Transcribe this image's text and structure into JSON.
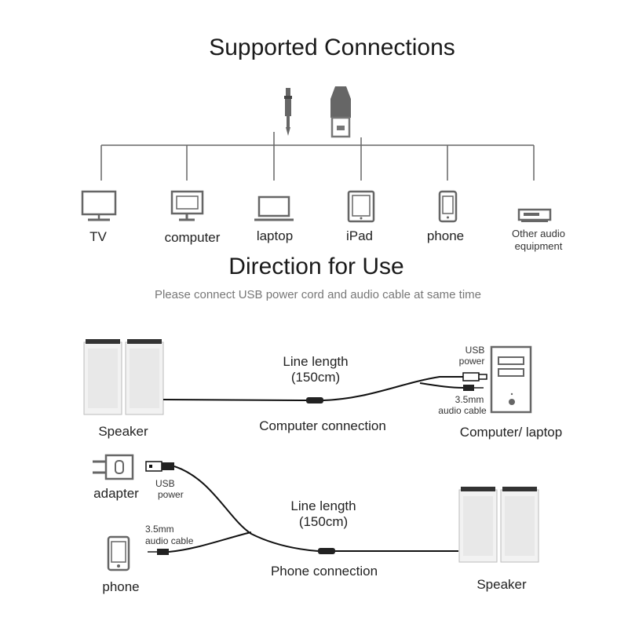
{
  "supported": {
    "title": "Supported Connections",
    "devices": [
      {
        "label": "TV",
        "icon": "tv-icon"
      },
      {
        "label": "computer",
        "icon": "monitor-icon"
      },
      {
        "label": "laptop",
        "icon": "laptop-icon"
      },
      {
        "label": "iPad",
        "icon": "tablet-icon"
      },
      {
        "label": "phone",
        "icon": "phone-icon"
      },
      {
        "label": "Other audio equipment",
        "icon": "audio-device-icon"
      }
    ]
  },
  "direction": {
    "title": "Direction for Use",
    "subtitle": "Please connect USB power cord and audio cable at same time",
    "computer": {
      "speaker_label": "Speaker",
      "line_length_1": "Line length",
      "line_length_2": "(150cm)",
      "connection_label": "Computer connection",
      "usb_label_1": "USB",
      "usb_label_2": "power",
      "audio_label_1": "3.5mm",
      "audio_label_2": "audio cable",
      "pc_label": "Computer/ laptop"
    },
    "phone": {
      "adapter_label": "adapter",
      "usb_label_1": "USB",
      "usb_label_2": "power",
      "audio_label_1": "3.5mm",
      "audio_label_2": "audio cable",
      "phone_label": "phone",
      "line_length_1": "Line length",
      "line_length_2": "(150cm)",
      "connection_label": "Phone connection",
      "speaker_label": "Speaker"
    }
  }
}
